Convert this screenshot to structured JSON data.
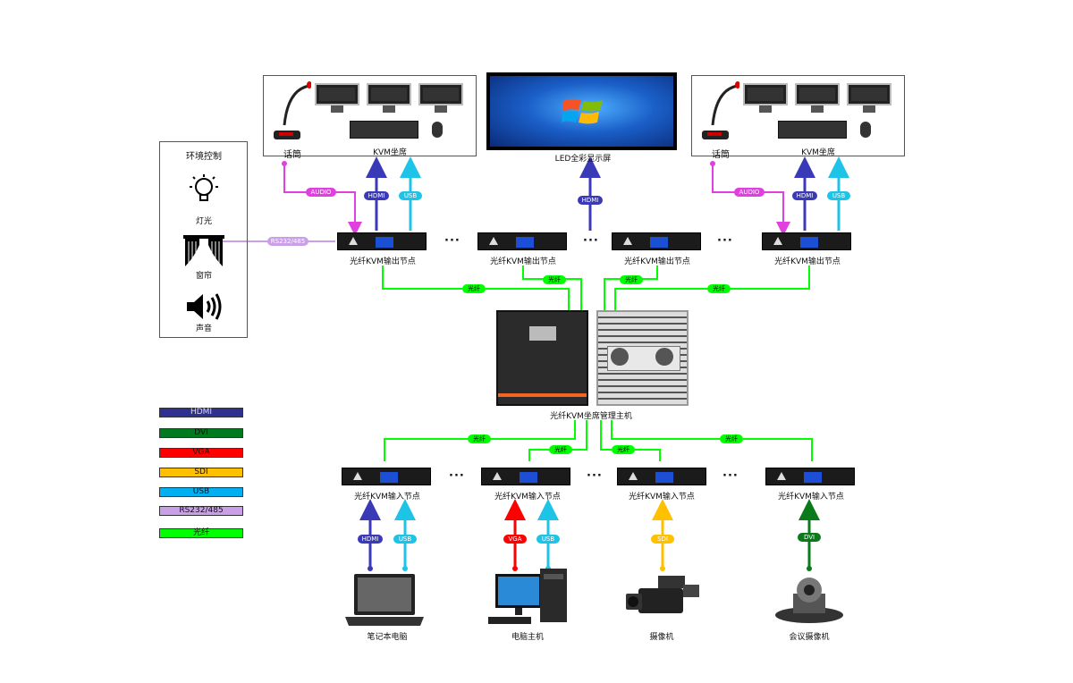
{
  "env": {
    "title": "环境控制",
    "light_label": "灯光",
    "curtain_label": "窗帘",
    "sound_label": "声音"
  },
  "seats": {
    "left": {
      "mic_label": "话筒",
      "seat_label": "KVM坐席"
    },
    "right": {
      "mic_label": "话筒",
      "seat_label": "KVM坐席"
    }
  },
  "led": {
    "label": "LED全彩显示屏"
  },
  "output_nodes": [
    "光纤KVM输出节点",
    "光纤KVM输出节点",
    "光纤KVM输出节点",
    "光纤KVM输出节点"
  ],
  "host": {
    "label": "光纤KVM坐席管理主机"
  },
  "input_nodes": [
    "光纤KVM输入节点",
    "光纤KVM输入节点",
    "光纤KVM输入节点",
    "光纤KVM输入节点"
  ],
  "devices": [
    "笔记本电脑",
    "电脑主机",
    "摄像机",
    "会议摄像机"
  ],
  "signal_labels": {
    "audio": "AUDIO",
    "hdmi": "HDMI",
    "usb": "USB",
    "rs": "RS232/485",
    "fiber": "光纤",
    "vga": "VGA",
    "sdi": "SDI",
    "dvi": "DVI"
  },
  "dots": "···",
  "legend": [
    {
      "label": "HDMI",
      "color": "#2e3192"
    },
    {
      "label": "DVI",
      "color": "#007a1f"
    },
    {
      "label": "VGA",
      "color": "#ff0000"
    },
    {
      "label": "SDI",
      "color": "#ffc000"
    },
    {
      "label": "USB",
      "color": "#00b0f0"
    },
    {
      "label": "RS232/485",
      "color": "#c9a0e8"
    },
    {
      "label": "光纤",
      "color": "#00ff00"
    }
  ],
  "colors": {
    "hdmi": "#3a3ab8",
    "usb": "#1ec4e8",
    "audio": "#e040e0",
    "fiber": "#00ff00",
    "vga": "#ff0000",
    "sdi": "#ffc000",
    "dvi": "#0a7a1a",
    "rs": "#c9a0e8"
  }
}
